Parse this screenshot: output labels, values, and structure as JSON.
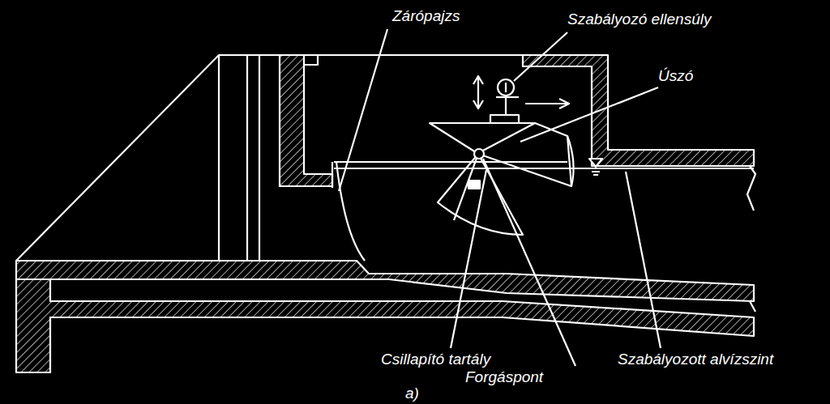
{
  "diagram": {
    "labels": [
      "Zárópajzs",
      "Szabályozó ellensúly",
      "Úszó",
      "Csillapító tartály",
      "Forgáspont",
      "Szabályozott alvízszint",
      "a)"
    ]
  }
}
